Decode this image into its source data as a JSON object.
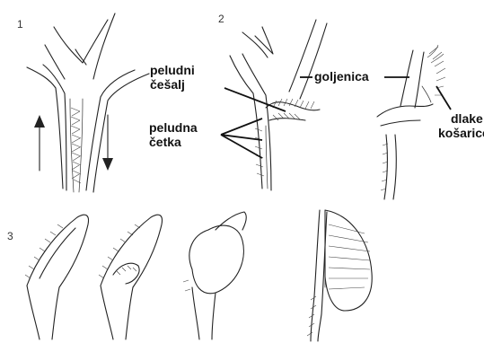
{
  "figure": {
    "panel_numbers": [
      "1",
      "2",
      "3"
    ],
    "labels": {
      "pollen_comb": [
        "peludni",
        "češalj"
      ],
      "pollen_brush": [
        "peludna",
        "četka"
      ],
      "tibia": "goljenica",
      "basket_hairs": [
        "dlake",
        "košarice"
      ]
    }
  }
}
